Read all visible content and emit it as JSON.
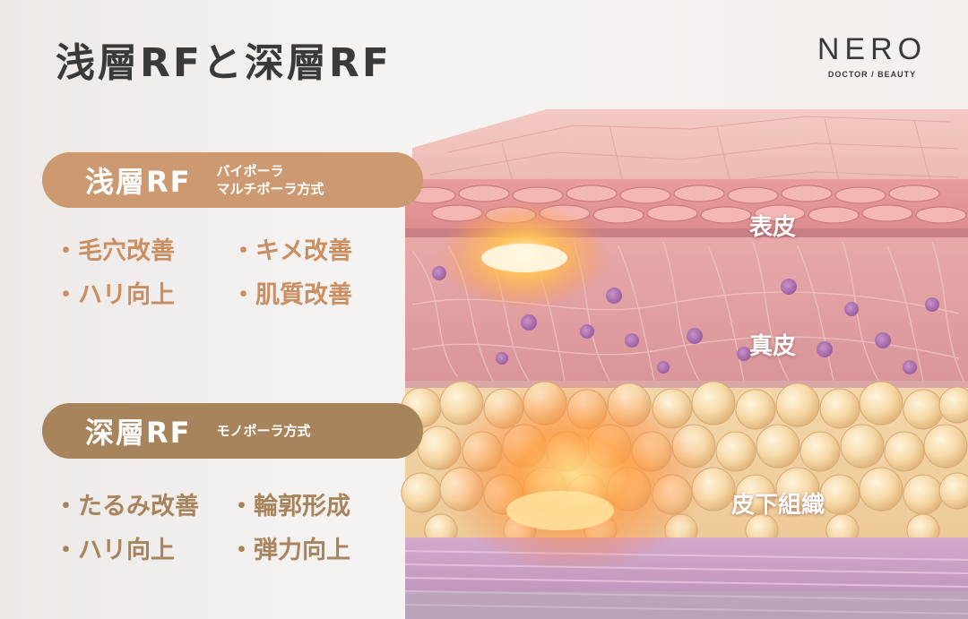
{
  "title": "浅層RFと深層RF",
  "brand": {
    "name": "NERO",
    "tagline": "DOCTOR / BEAUTY"
  },
  "shallow": {
    "title": "浅層RF",
    "methods": [
      "バイポーラ",
      "マルチポーラ方式"
    ],
    "effects": [
      "・毛穴改善",
      "・キメ改善",
      "・ハリ向上",
      "・肌質改善"
    ]
  },
  "deep": {
    "title": "深層RF",
    "methods": [
      "モノポーラ方式"
    ],
    "effects": [
      "・たるみ改善",
      "・輪郭形成",
      "・ハリ向上",
      "・弾力向上"
    ]
  },
  "layers": {
    "epidermis": "表皮",
    "dermis": "真皮",
    "subcutaneous": "皮下組織"
  },
  "colors": {
    "shallow_pill": "#cc9971",
    "deep_pill": "#a8845d",
    "title_text": "#3a3a3a"
  }
}
